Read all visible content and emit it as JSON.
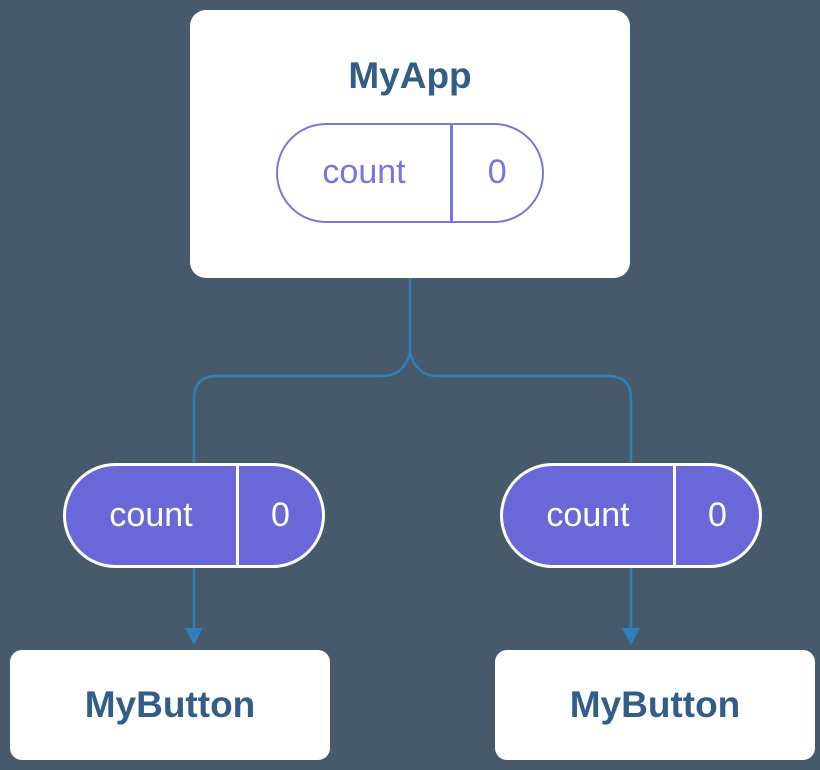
{
  "diagram": {
    "background": "#475a6c",
    "colors": {
      "connector": "#2e81b8",
      "node_bg": "#ffffff",
      "node_title": "#315d87",
      "state_pill_outline": "#7577df",
      "prop_pill_fill": "#6a67d9",
      "prop_pill_text": "#ffffff"
    },
    "root": {
      "title": "MyApp",
      "state": {
        "label": "count",
        "value": "0"
      }
    },
    "children": [
      {
        "title": "MyButton",
        "prop": {
          "label": "count",
          "value": "0"
        }
      },
      {
        "title": "MyButton",
        "prop": {
          "label": "count",
          "value": "0"
        }
      }
    ]
  }
}
